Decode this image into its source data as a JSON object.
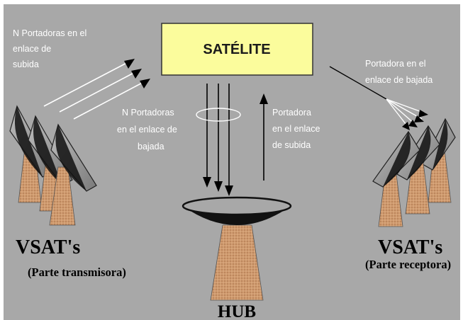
{
  "satellite": {
    "label": "SATÉLITE"
  },
  "left_group": {
    "uplink_label": [
      "N Portadoras en el",
      "enlace de",
      "subida"
    ],
    "title": "VSAT's",
    "subtitle": "(Parte transmisora)"
  },
  "hub": {
    "downlink_label": [
      "N Portadoras",
      "en el enlace de",
      "bajada"
    ],
    "uplink_label": [
      "Portadora",
      "en el enlace",
      "de subida"
    ],
    "title": "HUB"
  },
  "right_group": {
    "downlink_label": [
      "Portadora en el",
      "enlace de bajada"
    ],
    "title": "VSAT's",
    "subtitle": "(Parte receptora)"
  },
  "colors": {
    "background": "#a8a8a8",
    "satellite_fill": "#fbfc9c",
    "mast_fill": "#d09a6e",
    "dish_fill": "#9a9a9a",
    "arrow": "#000000"
  }
}
